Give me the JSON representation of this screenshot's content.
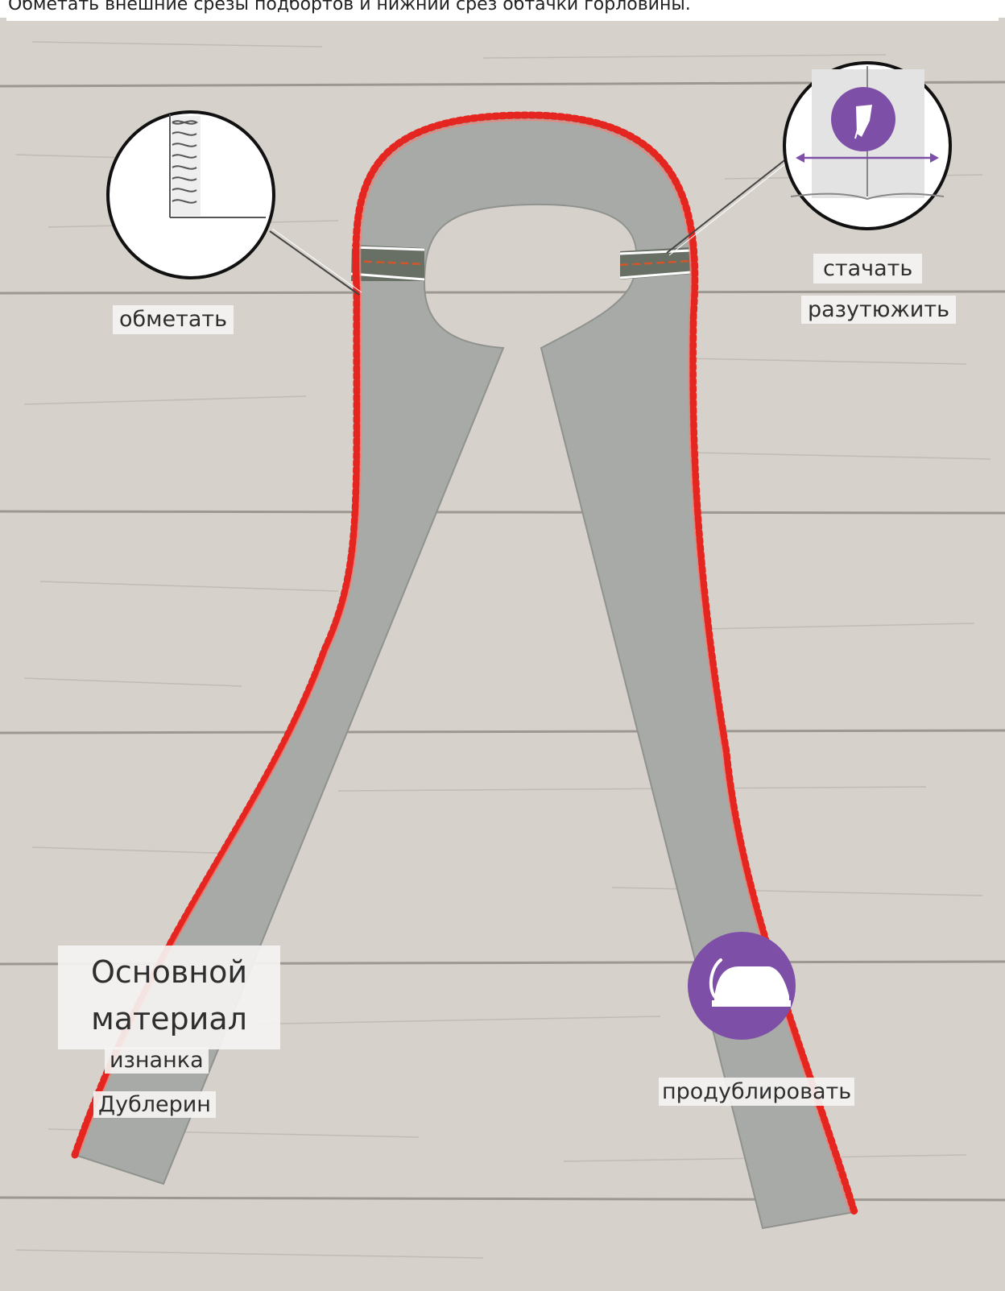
{
  "header": {
    "text": "Обметать внешние срезы подбортов и нижний срез обтачки горловины."
  },
  "labels": {
    "obmetat": "обметать",
    "stachat": "стачать",
    "razutyuzhit": "разутюжить",
    "osnovnoy_line1": "Основной",
    "osnovnoy_line2": "материал",
    "iznanka": "изнанка",
    "dublerin": "Дублерин",
    "produblirovat": "продублировать"
  },
  "colors": {
    "board": "#d6d2cb",
    "fabric": "#a7aaa6",
    "overlock_stitch": "#e5251f",
    "icon_purple": "#7e4fa6",
    "label_bg": "#f4f3f1"
  },
  "icons": [
    "overlock-stitch-icon",
    "press-open-seam-icon",
    "iron-icon"
  ]
}
